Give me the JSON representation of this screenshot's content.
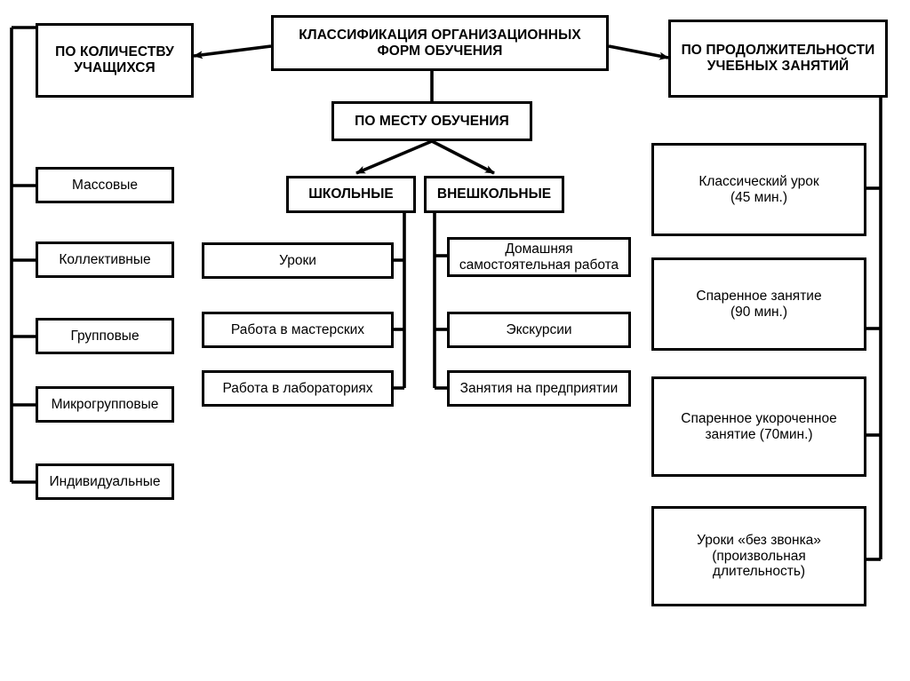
{
  "diagram": {
    "title_box": {
      "label": "КЛАССИФИКАЦИЯ ОРГАНИЗАЦИОННЫХ\nФОРМ ОБУЧЕНИЯ"
    },
    "branches": {
      "left_header": {
        "label": "ПО КОЛИЧЕСТВУ\nУЧАЩИХСЯ"
      },
      "middle_header": {
        "label": "ПО МЕСТУ ОБУЧЕНИЯ"
      },
      "right_header": {
        "label": "ПО ПРОДОЛЖИТЕЛЬНОСТИ\nУЧЕБНЫХ ЗАНЯТИЙ"
      }
    },
    "left_items": [
      {
        "label": "Массовые"
      },
      {
        "label": "Коллективные"
      },
      {
        "label": "Групповые"
      },
      {
        "label": "Микрогрупповые"
      },
      {
        "label": "Индивидуальные"
      }
    ],
    "middle_categories": [
      {
        "label": "ШКОЛЬНЫЕ"
      },
      {
        "label": "ВНЕШКОЛЬНЫЕ"
      }
    ],
    "school_items": [
      {
        "label": "Уроки"
      },
      {
        "label": "Работа в мастерских"
      },
      {
        "label": "Работа в лабораториях"
      }
    ],
    "extracurricular_items": [
      {
        "label": "Домашняя\nсамостоятельная работа"
      },
      {
        "label": "Экскурсии"
      },
      {
        "label": "Занятия на предприятии"
      }
    ],
    "duration_items": [
      {
        "label": "Классический урок\n(45 мин.)"
      },
      {
        "label": "Спаренное занятие\n(90 мин.)"
      },
      {
        "label": "Спаренное укороченное\nзанятие (70мин.)"
      },
      {
        "label": "Уроки «без звонка»\n(произвольная\nдлительность)"
      }
    ],
    "colors": {
      "stroke": "#000000",
      "fill": "#ffffff",
      "text": "#000000"
    }
  }
}
